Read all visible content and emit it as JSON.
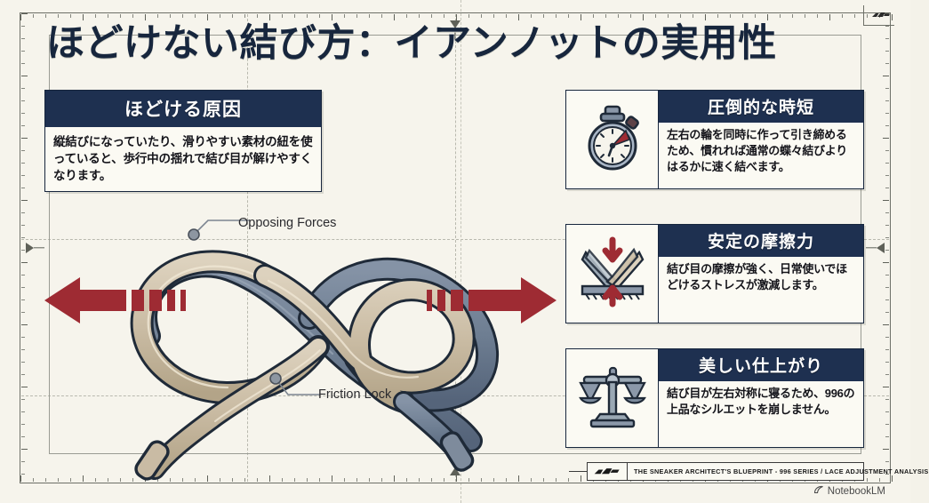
{
  "page": {
    "title": "ほどけない結び方：イアンノットの実用性",
    "background_color": "#f6f4ec",
    "accent_navy": "#1e3050",
    "accent_red": "#9e2b33"
  },
  "cause_panel": {
    "heading": "ほどける原因",
    "body": "縦結びになっていたり、滑りやすい素材の紐を使っていると、歩行中の揺れで結び目が解けやすくなります。"
  },
  "benefit_cards": [
    {
      "icon": "stopwatch-icon",
      "heading": "圧倒的な時短",
      "body": "左右の輪を同時に作って引き締めるため、慣れれば通常の蝶々結びよりはるかに速く結べます。"
    },
    {
      "icon": "friction-press-icon",
      "heading": "安定の摩擦力",
      "body": "結び目の摩擦が強く、日常使いでほどけるストレスが激減します。"
    },
    {
      "icon": "balance-scale-icon",
      "heading": "美しい仕上がり",
      "body": "結び目が左右対称に寝るため、996の上品なシルエットを崩しません。"
    }
  ],
  "knot_figure": {
    "name": "ian-knot-diagram",
    "callouts": [
      {
        "label": "Opposing Forces"
      },
      {
        "label": "Friction Lock"
      }
    ],
    "lace_colors": {
      "tan": "#cdbfa8",
      "slate": "#6e7e92"
    },
    "arrow_color": "#9e2b33",
    "arrow_directions": [
      "left",
      "right"
    ]
  },
  "footer": {
    "brand_logo": "new-balance-logo",
    "text": "THE SNEAKER ARCHITECT'S BLUEPRINT - 996 SERIES / LACE ADJUSTMENT ANALYSIS",
    "watermark": "NotebookLM"
  }
}
